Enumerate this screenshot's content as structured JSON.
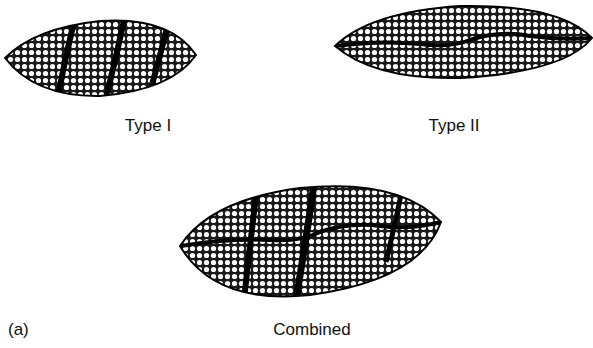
{
  "diagram": {
    "labels": [
      "Type I",
      "Type II",
      "Combined",
      "(a)"
    ]
  }
}
